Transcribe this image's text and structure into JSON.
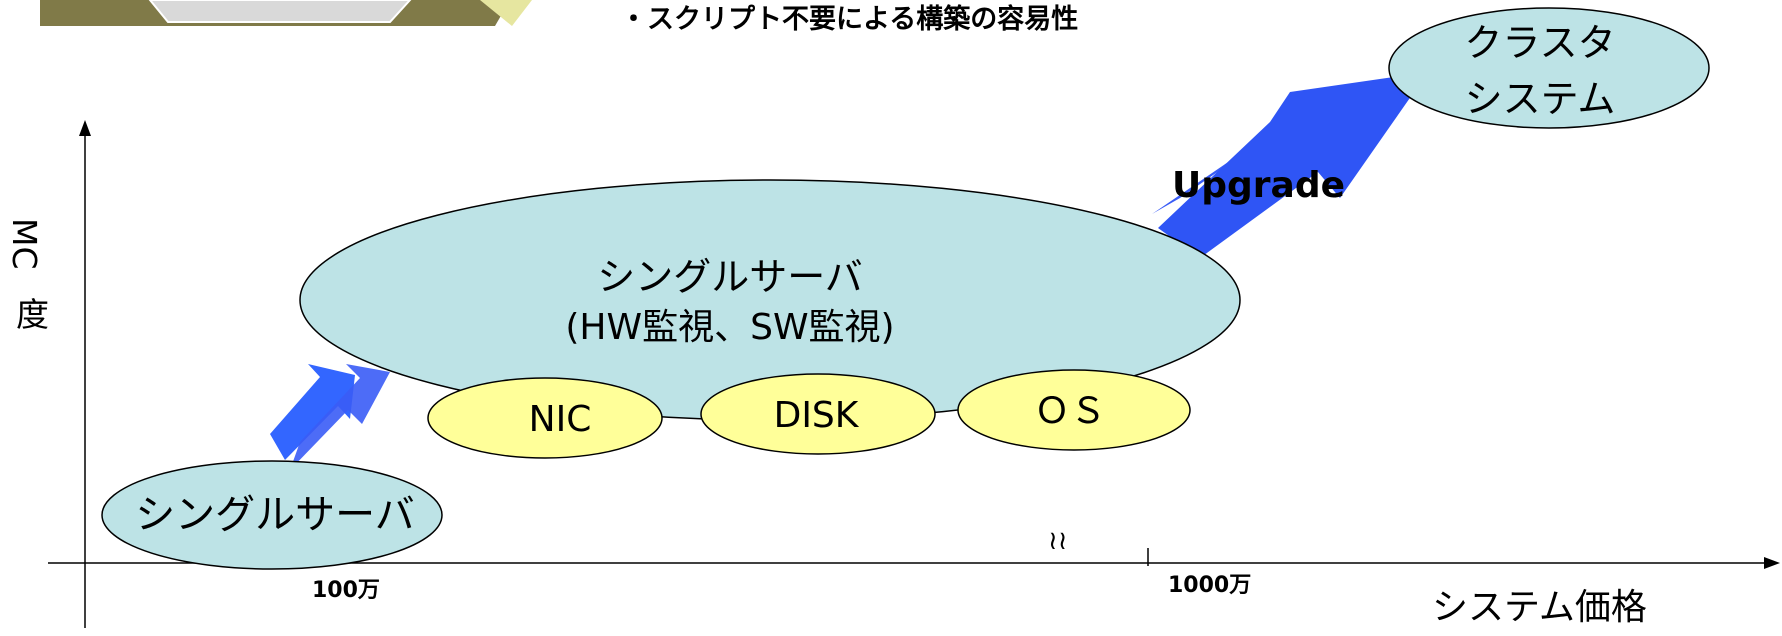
{
  "header_note": "・スクリプト不要による構築の容易性",
  "axes": {
    "y_label_latin": "MC",
    "y_label_kanji": "度",
    "x_label": "システム価格",
    "tick_100": "100万",
    "tick_1000": "1000万",
    "break_mark": "≀≀"
  },
  "nodes": {
    "small_server": "シングルサーバ",
    "big_server_line1": "シングルサーバ",
    "big_server_line2": "(HW監視、SW監視)",
    "nic": "NIC",
    "disk": "DISK",
    "os": "ＯＳ",
    "cluster_line1": "クラスタ",
    "cluster_line2": "システム"
  },
  "upgrade_label": "Upgrade",
  "colors": {
    "ellipse_fill": "#bde3e6",
    "component_fill": "#ffff99",
    "arrow_fill": "#3366ff",
    "top_image_fill": "#807a48",
    "top_image_accent": "#e6e6a0"
  },
  "icons": {
    "top_left": "hardware-image-fragment"
  }
}
